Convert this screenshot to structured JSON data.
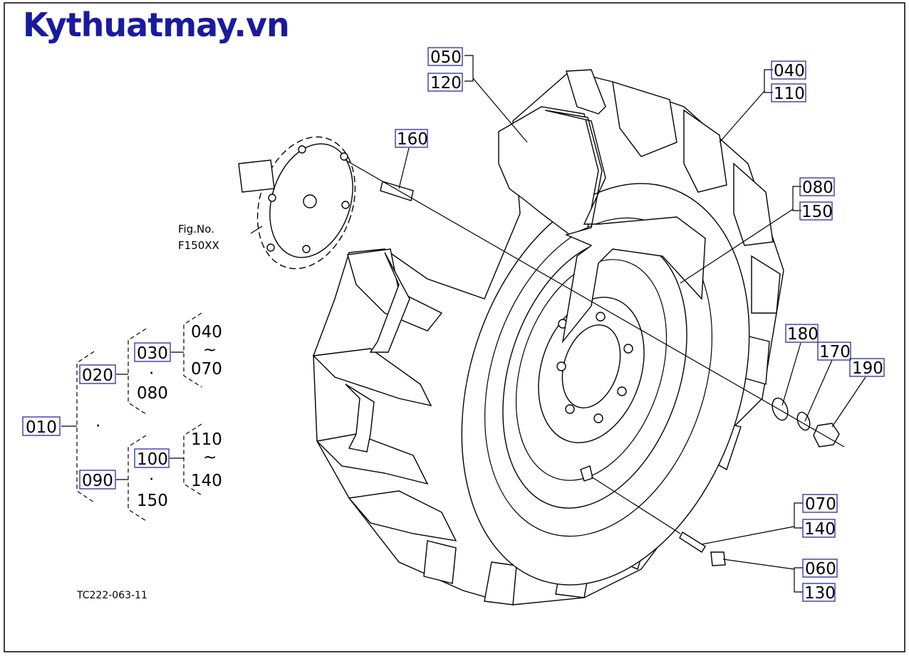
{
  "watermark": "Kythuatmay.vn",
  "figure_ref": {
    "line1": "Fig.No.",
    "line2": "F150XX"
  },
  "drawing_code": "TC222-063-11",
  "callouts": {
    "c050": "050",
    "c120": "120",
    "c040": "040",
    "c110": "110",
    "c160": "160",
    "c080": "080",
    "c150": "150",
    "c180": "180",
    "c170": "170",
    "c190": "190",
    "c070": "070",
    "c140": "140",
    "c060": "060",
    "c130": "130"
  },
  "tree": {
    "root": "010",
    "root_dot": "·",
    "g1": "020",
    "g1_sub": "030",
    "g1_dot": "·",
    "g1_extra": "080",
    "g1_from": "040",
    "g1_tilde": "~",
    "g1_to": "070",
    "g2": "090",
    "g2_sub": "100",
    "g2_dot": "·",
    "g2_extra": "150",
    "g2_from": "110",
    "g2_tilde": "~",
    "g2_to": "140"
  }
}
